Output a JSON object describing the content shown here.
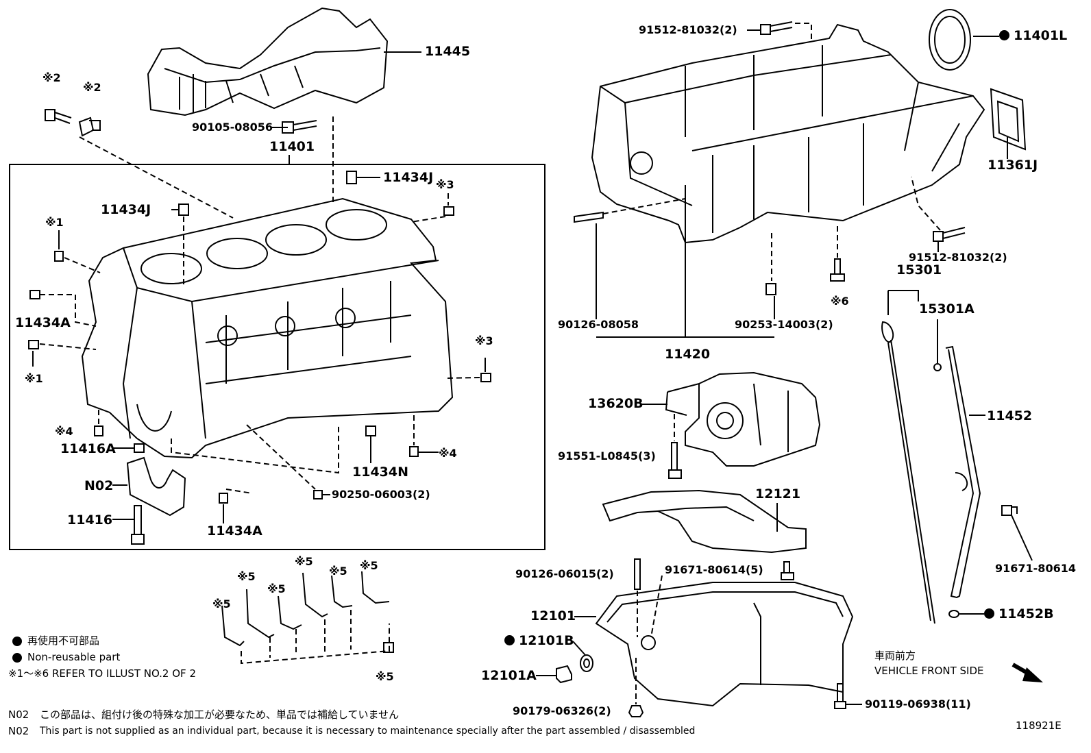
{
  "labels": {
    "p11445": "11445",
    "p90105": "90105-08056",
    "p11401": "11401",
    "p11434J_a": "11434J",
    "p11434J_b": "11434J",
    "ref2_a": "※2",
    "ref2_b": "※2",
    "ref3_a": "※3",
    "ref3_b": "※3",
    "ref1_a": "※1",
    "ref1_b": "※1",
    "ref4_a": "※4",
    "ref4_b": "※4",
    "p11434A_a": "11434A",
    "p11434A_b": "11434A",
    "p11416A": "11416A",
    "pN02": "N02",
    "p11416": "11416",
    "p11434N": "11434N",
    "p90250": "90250-06003(2)",
    "p91512_a": "91512-81032(2)",
    "p91512_b": "91512-81032(2)",
    "p11401L": "11401L",
    "p11361J": "11361J",
    "p15301": "15301",
    "p15301A": "15301A",
    "ref6": "※6",
    "p90126_08058": "90126-08058",
    "p90253": "90253-14003(2)",
    "p11420": "11420",
    "p13620B": "13620B",
    "p91551": "91551-L0845(3)",
    "p11452": "11452",
    "p12121": "12121",
    "p91671_a": "91671-80614",
    "p90126_06015": "90126-06015(2)",
    "p91671_b": "91671-80614(5)",
    "p12101": "12101",
    "p12101B": "12101B",
    "p12101A": "12101A",
    "p11452B": "11452B",
    "p90179": "90179-06326(2)",
    "p90119": "90119-06938(11)",
    "ref5_1": "※5",
    "ref5_2": "※5",
    "ref5_3": "※5",
    "ref5_4": "※5",
    "ref5_5": "※5",
    "ref5_6": "※5",
    "ref5_7": "※5"
  },
  "legend": {
    "non_reusable_jp": "再使用不可部品",
    "non_reusable_en": "Non-reusable part",
    "refer": "※1～※6  REFER TO ILLUST NO.2 OF 2"
  },
  "front": {
    "jp": "車両前方",
    "en": "VEHICLE FRONT SIDE"
  },
  "notes": {
    "n02_code_1": "N02",
    "n02_jp": "この部品は、組付け後の特殊な加工が必要なため、単品では補給していません",
    "n02_code_2": "N02",
    "n02_en": "This part is not supplied as an individual part, because it is necessary to maintenance specially after the part assembled / disassembled"
  },
  "diagram_id": "118921E"
}
